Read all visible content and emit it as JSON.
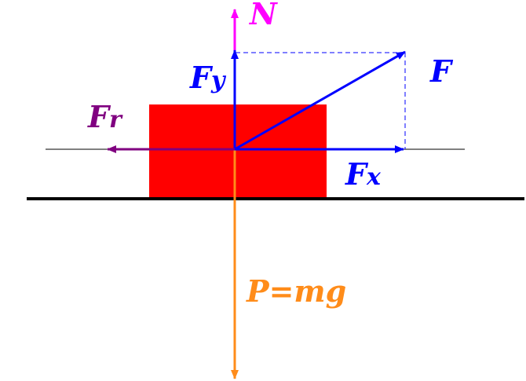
{
  "colors": {
    "block": "#ff0000",
    "normal": "#ff00ff",
    "applied": "#0000ff",
    "friction": "#800080",
    "weight": "#ff8c1a",
    "ground": "#000000",
    "axis": "#000000"
  },
  "labels": {
    "normal": "N",
    "applied": "F",
    "fy_main": "F",
    "fy_sub": "y",
    "fx_main": "F",
    "fx_sub": "x",
    "fr_main": "F",
    "fr_sub": "r",
    "weight": "P=mg"
  }
}
